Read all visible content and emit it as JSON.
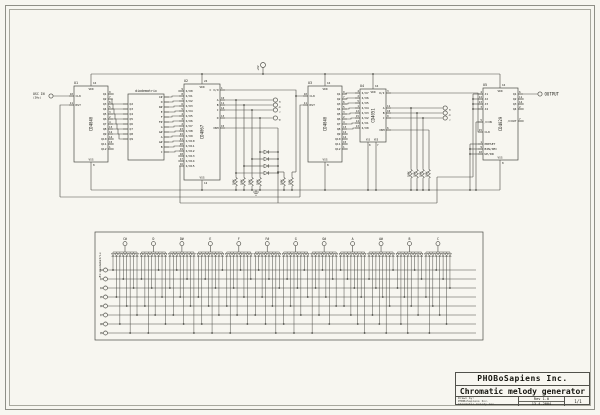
{
  "page": {
    "bg": "#f7f6f0",
    "ink": "#4a4a44",
    "text": "#1a1a14"
  },
  "title_block": {
    "company": "PHOBoSapiens Inc.",
    "title": "Chromatic melody generator",
    "info_left_lines": [
      "Drawn by:",
      "PHOBoSapiens Inc.",
      "Chromatic melody Gen."
    ],
    "rev": "Rev 1.0",
    "date": "13-4-2004",
    "sheet": "1/1"
  },
  "labels": {
    "osc_in": "OSC IN",
    "osc_freq": "(2Hz)",
    "power": "+9V",
    "output": "OUTPUT",
    "matrix_ref": "#1:diodematrix",
    "resistor_value": "100K"
  },
  "net_connectors": {
    "group1": [
      "a",
      "b",
      "c",
      "d"
    ],
    "group2": [
      "a",
      "b",
      "c"
    ]
  },
  "ics": [
    {
      "key": "U1",
      "ref": "U1",
      "name": "CD4040",
      "top_label": "VDD",
      "top_num": "16",
      "bottom_label": "VSS",
      "bottom_num": "8",
      "left_pins": [
        {
          "label": "CLK",
          "num": "10"
        },
        {
          "label": "RST",
          "num": "11"
        }
      ],
      "right_pins": [
        {
          "label": "Q1",
          "num": "9"
        },
        {
          "label": "Q2",
          "num": "7"
        },
        {
          "label": "Q3",
          "num": "6"
        },
        {
          "label": "Q4",
          "num": "5"
        },
        {
          "label": "Q5",
          "num": "3"
        },
        {
          "label": "Q6",
          "num": "2"
        },
        {
          "label": "Q7",
          "num": "4"
        },
        {
          "label": "Q8",
          "num": "13"
        },
        {
          "label": "Q9",
          "num": "12"
        },
        {
          "label": "Q10",
          "num": "14"
        },
        {
          "label": "Q11",
          "num": "15"
        },
        {
          "label": "Q12",
          "num": "1"
        }
      ]
    },
    {
      "key": "MX",
      "ref": "",
      "name": "diodematrix",
      "left_pins": [
        {
          "label": "Q2"
        },
        {
          "label": "Q3"
        },
        {
          "label": "Q4"
        },
        {
          "label": "Q5"
        },
        {
          "label": "Q6"
        },
        {
          "label": "Q7"
        },
        {
          "label": "Q8"
        },
        {
          "label": "Q9"
        }
      ],
      "right_pins": [
        {
          "label": "C#"
        },
        {
          "label": "D"
        },
        {
          "label": "D#"
        },
        {
          "label": "E"
        },
        {
          "label": "F"
        },
        {
          "label": "F#"
        },
        {
          "label": "G"
        },
        {
          "label": "G#"
        },
        {
          "label": "A"
        },
        {
          "label": "A#"
        },
        {
          "label": "B"
        },
        {
          "label": "C"
        }
      ]
    },
    {
      "key": "U2",
      "ref": "U2",
      "name": "CD4067",
      "top_label": "VDD",
      "top_num": "24",
      "bottom_label": "VSS",
      "bottom_num": "12",
      "left_pins": [
        {
          "label": "I/O0",
          "num": "9"
        },
        {
          "label": "I/O1",
          "num": "8"
        },
        {
          "label": "I/O2",
          "num": "7"
        },
        {
          "label": "I/O3",
          "num": "6"
        },
        {
          "label": "I/O4",
          "num": "5"
        },
        {
          "label": "I/O5",
          "num": "4"
        },
        {
          "label": "I/O6",
          "num": "3"
        },
        {
          "label": "I/O7",
          "num": "2"
        },
        {
          "label": "I/O8",
          "num": "23"
        },
        {
          "label": "I/O9",
          "num": "22"
        },
        {
          "label": "I/O10",
          "num": "21"
        },
        {
          "label": "I/O11",
          "num": "20"
        },
        {
          "label": "I/O12",
          "num": "19"
        },
        {
          "label": "I/O13",
          "num": "18"
        },
        {
          "label": "I/O14",
          "num": "17"
        },
        {
          "label": "I/O15",
          "num": "16"
        }
      ],
      "right_pins": [
        {
          "label": "C I/O",
          "num": "1"
        },
        {
          "label": "A",
          "num": "10"
        },
        {
          "label": "B",
          "num": "11"
        },
        {
          "label": "C",
          "num": "14"
        },
        {
          "label": "D",
          "num": "13"
        },
        {
          "label": "INH",
          "num": "15"
        }
      ]
    },
    {
      "key": "U3",
      "ref": "U3",
      "name": "CD4040",
      "top_label": "VDD",
      "top_num": "16",
      "bottom_label": "VSS",
      "bottom_num": "8",
      "left_pins": [
        {
          "label": "CLK",
          "num": "10"
        },
        {
          "label": "RST",
          "num": "11"
        }
      ],
      "right_pins": [
        {
          "label": "Q1",
          "num": "9"
        },
        {
          "label": "Q2",
          "num": "7"
        },
        {
          "label": "Q3",
          "num": "6"
        },
        {
          "label": "Q4",
          "num": "5"
        },
        {
          "label": "Q5",
          "num": "3"
        },
        {
          "label": "Q6",
          "num": "2"
        },
        {
          "label": "Q7",
          "num": "4"
        },
        {
          "label": "Q8",
          "num": "13"
        },
        {
          "label": "Q9",
          "num": "12"
        },
        {
          "label": "Q10",
          "num": "14"
        },
        {
          "label": "Q11",
          "num": "15"
        },
        {
          "label": "Q12",
          "num": "1"
        }
      ]
    },
    {
      "key": "U4",
      "ref": "U4",
      "name": "CD4051",
      "top_label": "VDD",
      "top_num": "16",
      "left_pins": [
        {
          "label": "I/O7",
          "num": "4"
        },
        {
          "label": "I/O6",
          "num": "2"
        },
        {
          "label": "I/O5",
          "num": "5"
        },
        {
          "label": "I/O4",
          "num": "1"
        },
        {
          "label": "I/O3",
          "num": "12"
        },
        {
          "label": "I/O2",
          "num": "15"
        },
        {
          "label": "I/O1",
          "num": "14"
        },
        {
          "label": "I/O0",
          "num": "13"
        }
      ],
      "right_pins": [
        {
          "label": "O/I",
          "num": "3"
        },
        {
          "label": "A",
          "num": "11"
        },
        {
          "label": "B",
          "num": "10"
        },
        {
          "label": "C",
          "num": "9"
        },
        {
          "label": "INH",
          "num": "6"
        }
      ],
      "bottom_pins": [
        {
          "label": "VSS",
          "num": "8"
        },
        {
          "label": "VEE",
          "num": "7"
        }
      ]
    },
    {
      "key": "U5",
      "ref": "U5",
      "name": "CD4029",
      "top_label": "VDD",
      "top_num": "16",
      "bottom_label": "VSS",
      "bottom_num": "8",
      "left_pins": [
        {
          "label": "J1",
          "num": "4"
        },
        {
          "label": "J2",
          "num": "12"
        },
        {
          "label": "J3",
          "num": "13"
        },
        {
          "label": "J4",
          "num": "3"
        },
        {
          "label": "/CIN",
          "num": "5"
        },
        {
          "label": "CLK",
          "num": "15"
        },
        {
          "label": "PRESET",
          "num": "1"
        },
        {
          "label": "BIN/DEC",
          "num": "9"
        },
        {
          "label": "UP/DN",
          "num": "10"
        }
      ],
      "right_pins": [
        {
          "label": "Q1",
          "num": "6"
        },
        {
          "label": "Q2",
          "num": "11"
        },
        {
          "label": "Q3",
          "num": "14"
        },
        {
          "label": "Q4",
          "num": "2"
        },
        {
          "label": "/COUT",
          "num": "7"
        }
      ]
    }
  ],
  "matrix": {
    "columns": [
      "C#",
      "D",
      "D#",
      "E",
      "F",
      "F#",
      "G",
      "G#",
      "A",
      "A#",
      "B",
      "C"
    ],
    "rows": [
      "Q2",
      "Q3",
      "Q4",
      "Q5",
      "Q6",
      "Q7",
      "Q8",
      "Q9"
    ],
    "drops": [
      [
        0,
        3,
        6,
        1,
        4,
        7,
        2,
        5
      ],
      [
        1,
        4,
        7,
        2,
        5,
        0,
        3,
        6
      ],
      [
        2,
        5,
        0,
        3,
        6,
        1,
        4,
        7
      ],
      [
        3,
        6,
        1,
        4,
        7,
        2,
        5,
        0
      ],
      [
        4,
        7,
        2,
        5,
        0,
        3,
        6,
        1
      ],
      [
        5,
        0,
        3,
        6,
        1,
        4,
        7,
        2
      ],
      [
        6,
        1,
        4,
        7,
        2,
        5,
        0,
        3
      ],
      [
        7,
        2,
        5,
        0,
        3,
        6,
        1,
        4
      ],
      [
        0,
        4,
        1,
        5,
        2,
        6,
        3,
        7
      ],
      [
        1,
        5,
        2,
        6,
        3,
        7,
        4,
        0
      ],
      [
        2,
        6,
        3,
        7,
        4,
        0,
        5,
        1
      ],
      [
        3,
        7,
        4,
        0,
        5,
        1,
        6,
        2
      ]
    ]
  }
}
